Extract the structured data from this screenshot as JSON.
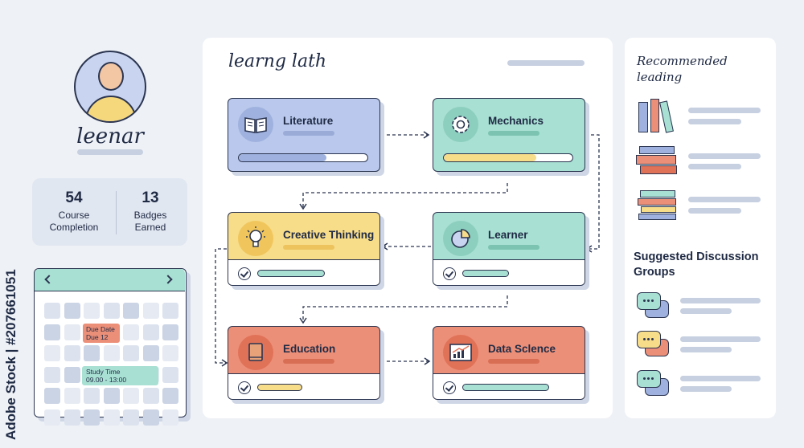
{
  "profile": {
    "signature": "leenar",
    "stats": [
      {
        "value": "54",
        "label": "Course\nCompletion"
      },
      {
        "value": "13",
        "label": "Badges\nEarned"
      }
    ]
  },
  "calendar": {
    "events": [
      {
        "line1": "Due Date",
        "line2": "Due 12"
      },
      {
        "line1": "Study Time",
        "line2": "09.00 - 13:00"
      }
    ]
  },
  "path": {
    "title": "learng lath",
    "cards": [
      {
        "title": "Literature",
        "progress": 0.68,
        "icon": "open-book-icon"
      },
      {
        "title": "Mechanics",
        "progress": 0.72,
        "icon": "gear-icon"
      },
      {
        "title": "Creative Thinking",
        "icon": "lightbulb-icon",
        "status": "complete"
      },
      {
        "title": "Learner",
        "icon": "pie-chart-icon",
        "status": "complete"
      },
      {
        "title": "Education",
        "icon": "book-icon",
        "status": "complete"
      },
      {
        "title": "Data Sclence",
        "icon": "bar-chart-icon",
        "status": "complete"
      }
    ]
  },
  "sidebar": {
    "recommended_title": "Recommended\nleading",
    "groups_title": "Suggested Discussion\nGroups"
  },
  "watermark": "Adobe Stock | #207661051",
  "colors": {
    "blue": "#b9c8ec",
    "teal": "#a8e0d3",
    "yellow": "#f7dc8a",
    "red": "#ec8f78",
    "bg": "#eef1f6"
  }
}
